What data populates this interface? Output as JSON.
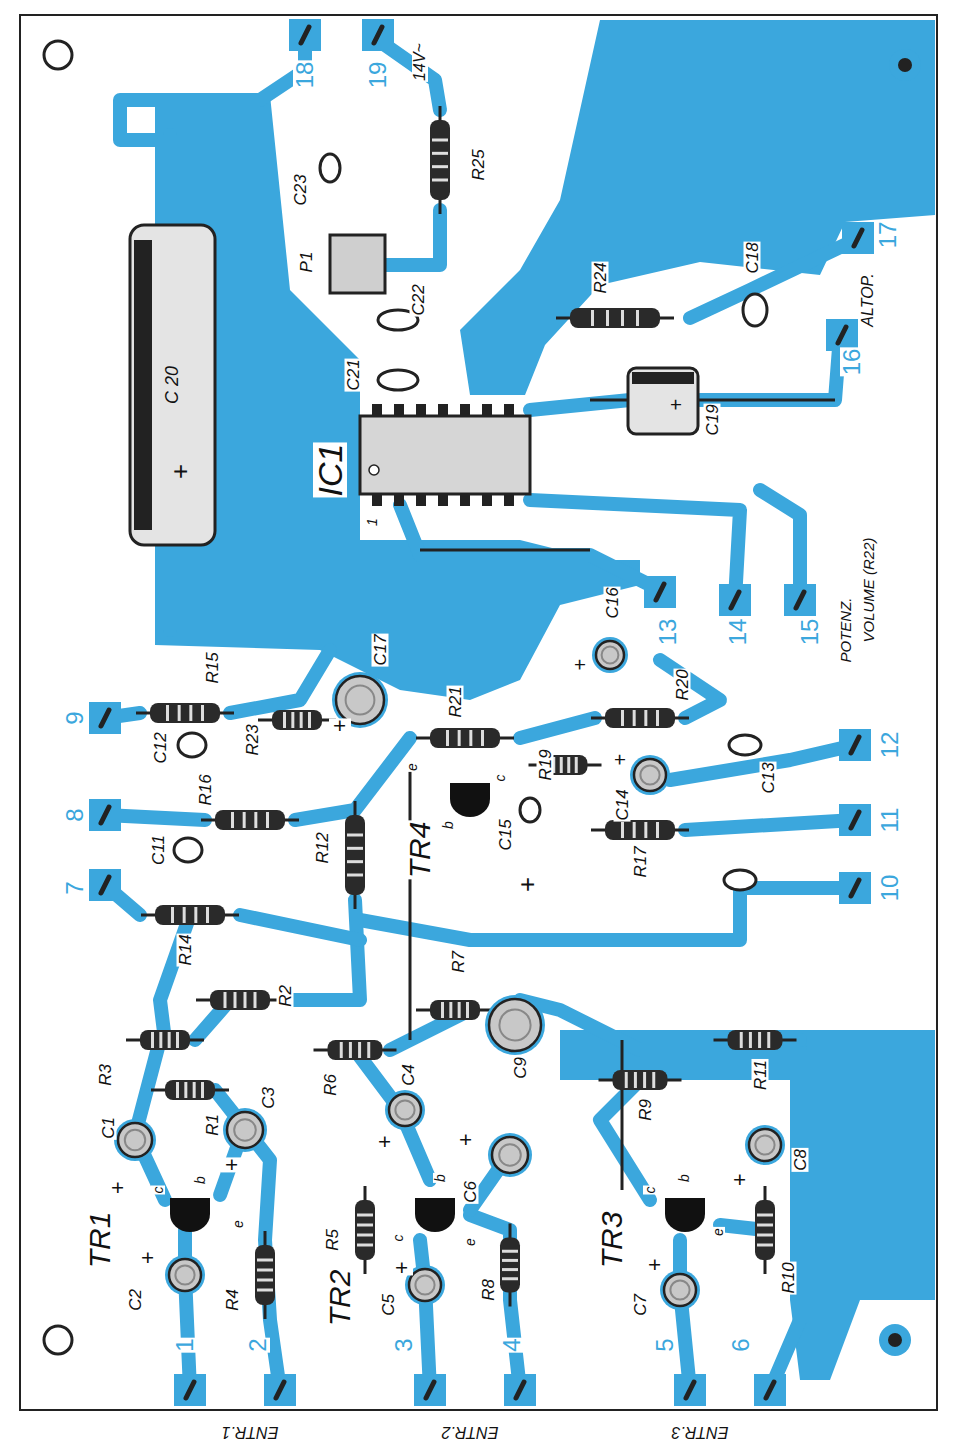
{
  "diagram": {
    "labels": [
      "18",
      "19",
      "14V~",
      "C23",
      "R25",
      "P1",
      "C22",
      "C21",
      "C 20",
      "+",
      "IC1",
      "1",
      "R24",
      "C18",
      "17",
      "ALTOP.",
      "16",
      "+",
      "C19",
      "POTENZ.",
      "VOLUME (R22)",
      "13",
      "14",
      "15",
      "C16",
      "+",
      "C17",
      "+",
      "R15",
      "R23",
      "R21",
      "R20",
      "C13",
      "9",
      "C12",
      "8",
      "R16",
      "C11",
      "7",
      "R12",
      "TR4",
      "e",
      "b",
      "c",
      "C15",
      "R19",
      "+",
      "C14",
      "R17",
      "12",
      "11",
      "10",
      "R14",
      "R2",
      "R7",
      "+",
      "C9",
      "R3",
      "R6",
      "R11",
      "C1",
      "R1",
      "C3",
      "C4",
      "R9",
      "C8",
      "+",
      "+",
      "b",
      "c",
      "e",
      "TR1",
      "+",
      "C2",
      "R4",
      "R5",
      "+",
      "+",
      "C6",
      "b",
      "TR2",
      "c",
      "e",
      "+",
      "C5",
      "R8",
      "TR3",
      "c",
      "b",
      "e",
      "+",
      "+",
      "C7",
      "R10",
      "1",
      "2",
      "3",
      "4",
      "5",
      "6",
      "ENTR.1",
      "ENTR.2",
      "ENTR.3"
    ]
  }
}
